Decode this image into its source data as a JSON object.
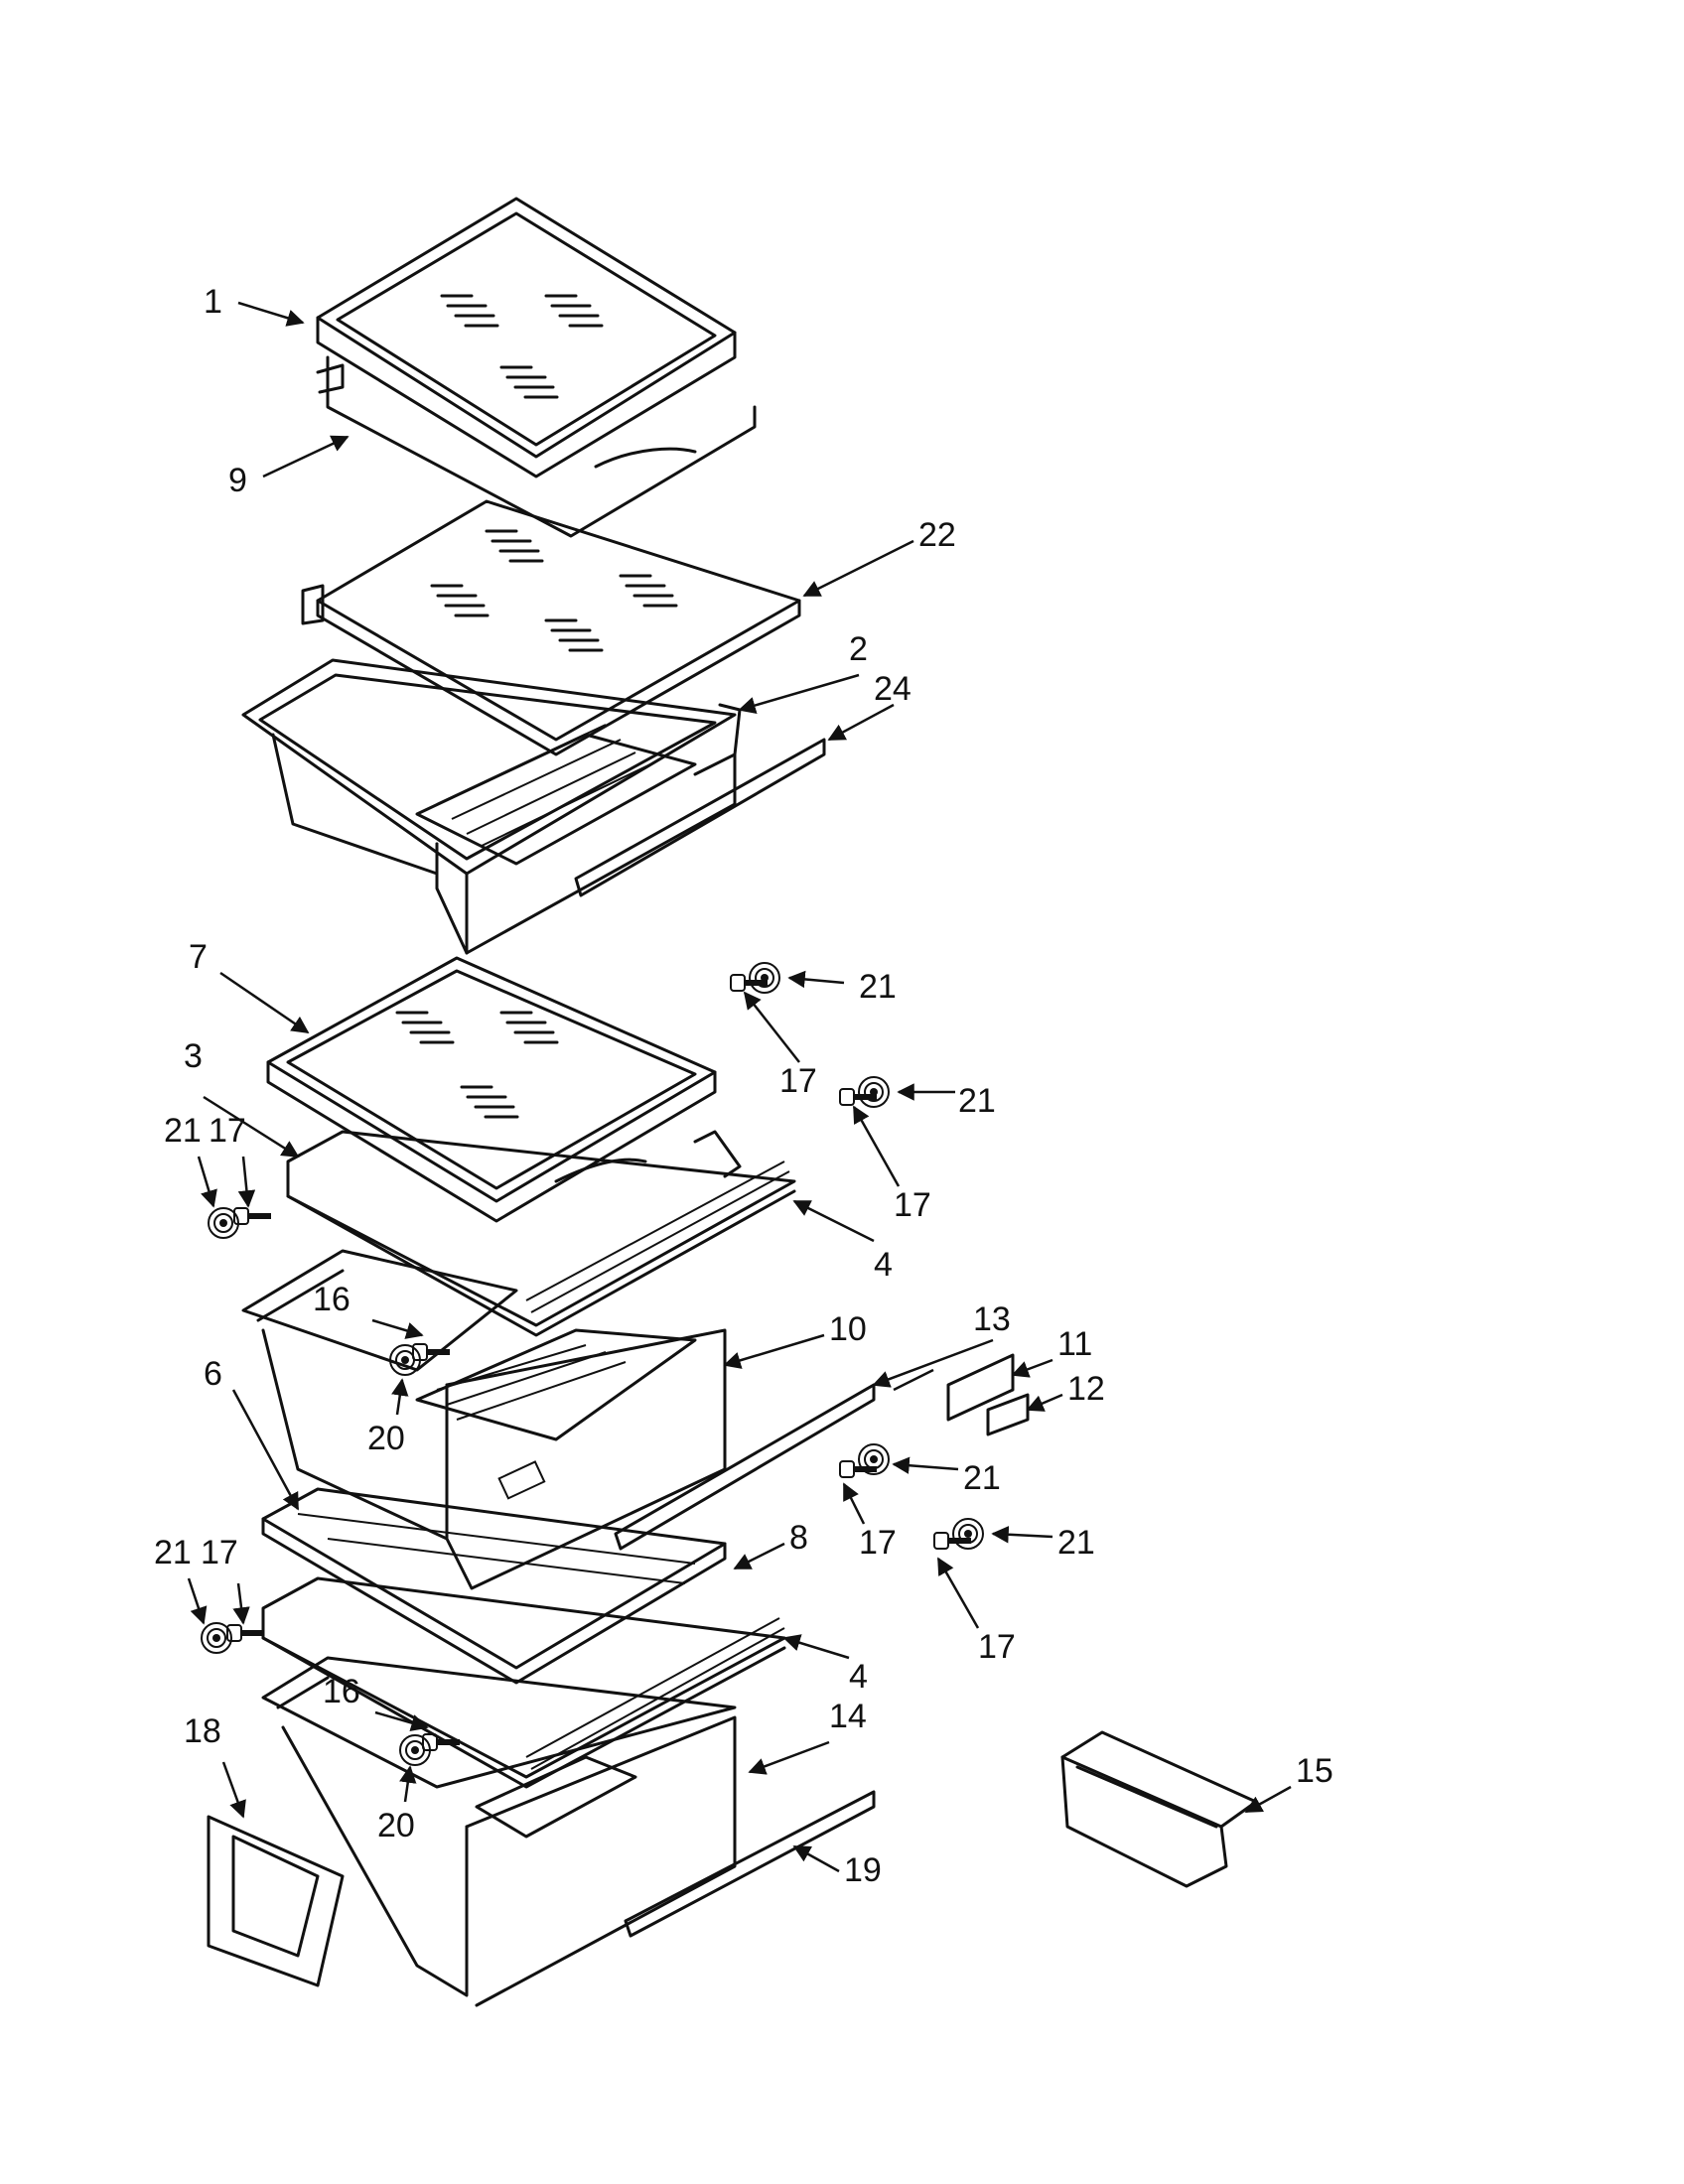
{
  "diagram": {
    "labels": [
      "1",
      "9",
      "22",
      "2",
      "24",
      "7",
      "21",
      "17",
      "3",
      "21",
      "17",
      "21",
      "17",
      "4",
      "16",
      "20",
      "10",
      "13",
      "11",
      "12",
      "6",
      "21",
      "17",
      "21",
      "17",
      "8",
      "21",
      "17",
      "4",
      "16",
      "20",
      "14",
      "18",
      "15",
      "19"
    ]
  }
}
